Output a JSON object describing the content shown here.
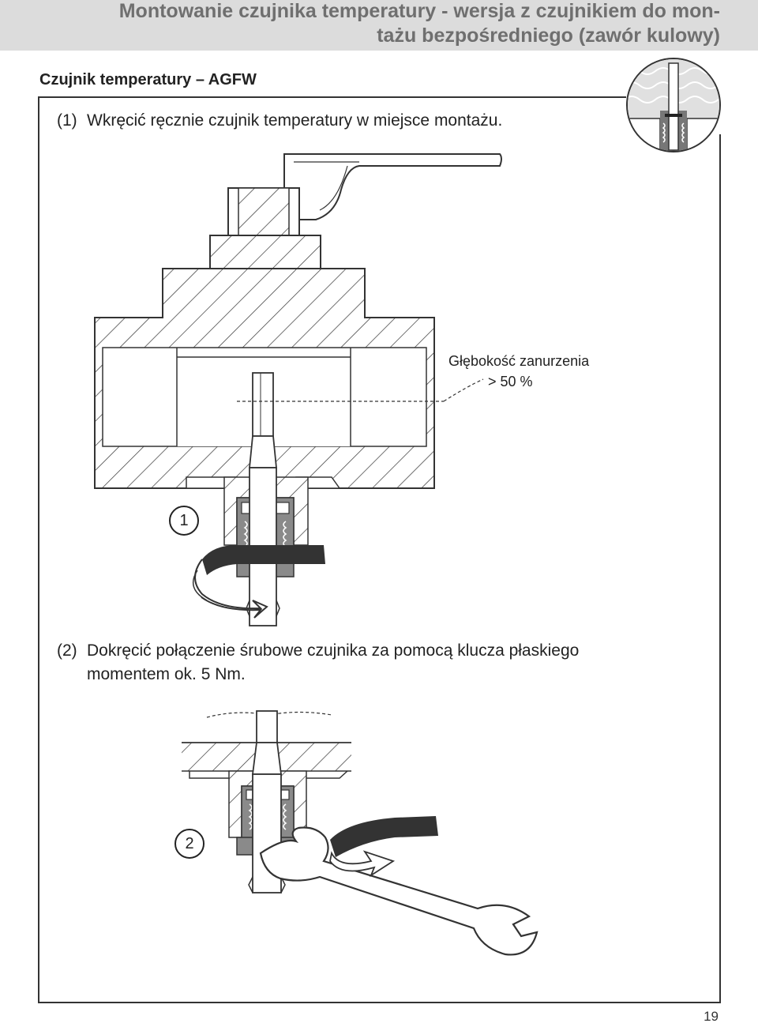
{
  "header": {
    "title_line1": "Montowanie czujnika temperatury - wersja z czujnikiem do mon-",
    "title_line2": "tażu bezpośredniego  (zawór kulowy)"
  },
  "subtitle": "Czujnik temperatury – AGFW",
  "steps": [
    {
      "number": "(1)",
      "text": "Wkręcić ręcznie czujnik temperatury w miejsce montażu."
    },
    {
      "number": "(2)",
      "text_line1": "Dokręcić połączenie śrubowe czujnika za pomocą klucza płaskiego",
      "text_line2": "momentem ok. 5 Nm."
    }
  ],
  "annotations": {
    "depth_label": "Głębokość zanurzenia",
    "depth_value": "> 50 %"
  },
  "callouts": [
    "1",
    "2"
  ],
  "page_number": "19"
}
